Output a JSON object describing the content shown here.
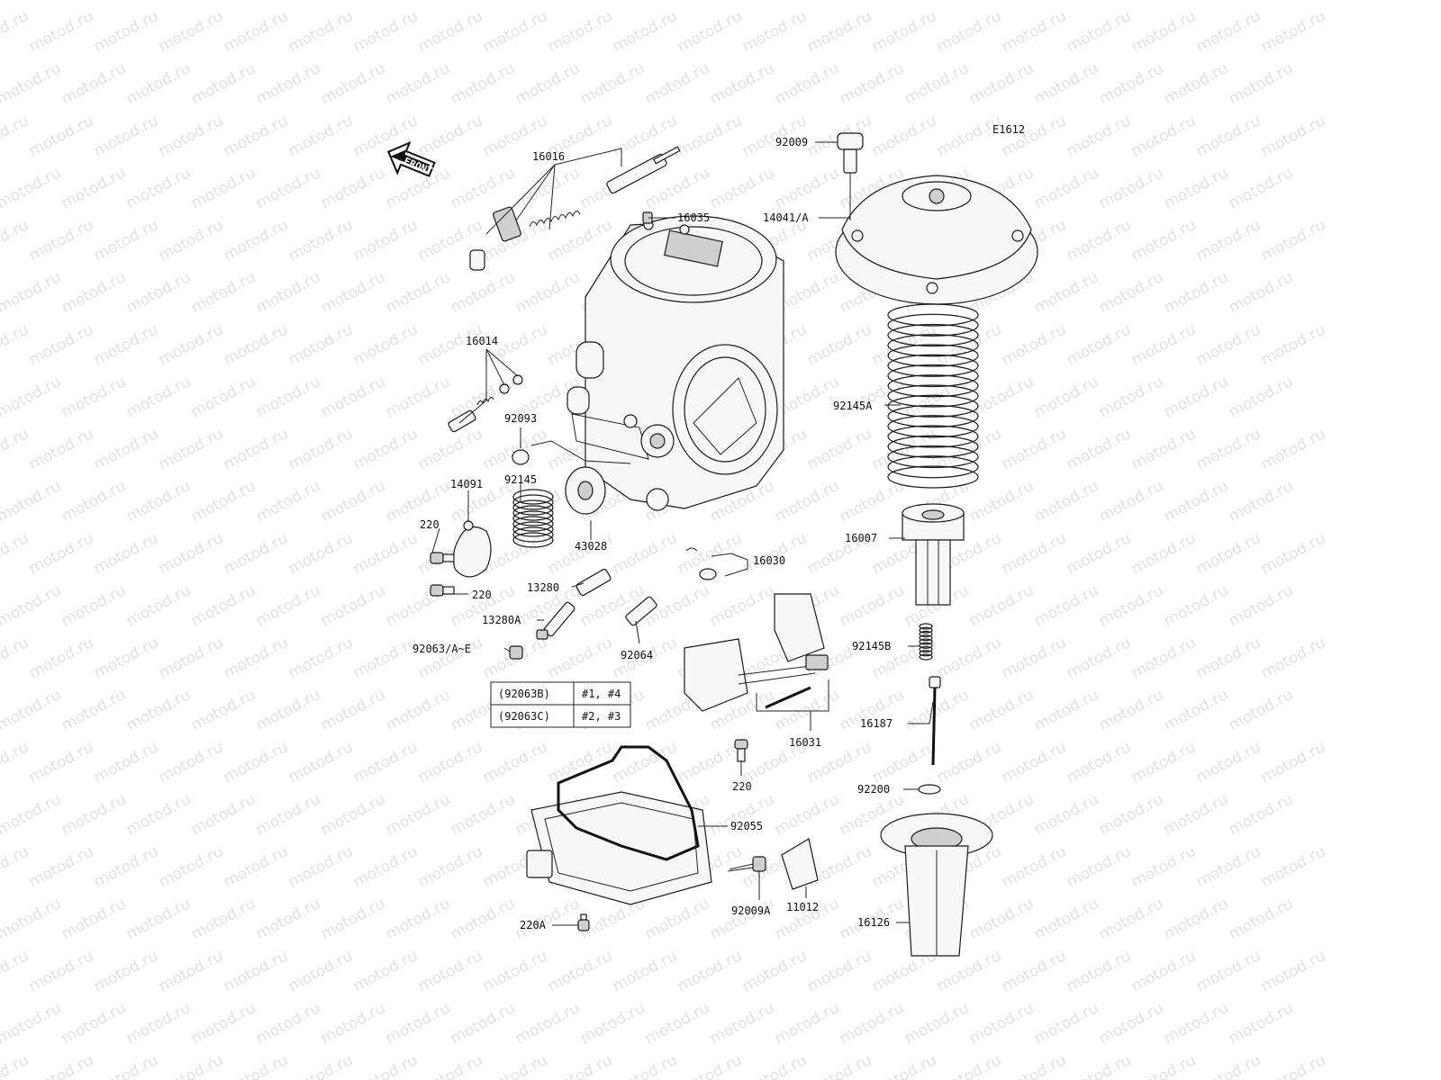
{
  "watermark": "motod.ru",
  "diagram_code": "E1612",
  "front_label": "FRONT",
  "callouts": [
    {
      "id": "c16016",
      "text": "16016"
    },
    {
      "id": "c16035",
      "text": "16035"
    },
    {
      "id": "c92009",
      "text": "92009"
    },
    {
      "id": "c14041",
      "text": "14041/A"
    },
    {
      "id": "c16014",
      "text": "16014"
    },
    {
      "id": "c92093",
      "text": "92093"
    },
    {
      "id": "c92145",
      "text": "92145"
    },
    {
      "id": "c14091",
      "text": "14091"
    },
    {
      "id": "c220a",
      "text": "220"
    },
    {
      "id": "c220b",
      "text": "220"
    },
    {
      "id": "c43028",
      "text": "43028"
    },
    {
      "id": "c92145A",
      "text": "92145A"
    },
    {
      "id": "c16007",
      "text": "16007"
    },
    {
      "id": "c16030",
      "text": "16030"
    },
    {
      "id": "c13280",
      "text": "13280"
    },
    {
      "id": "c13280A",
      "text": "13280A"
    },
    {
      "id": "c92063",
      "text": "92063/A~E"
    },
    {
      "id": "c92064",
      "text": "92064"
    },
    {
      "id": "c92145B",
      "text": "92145B"
    },
    {
      "id": "c16187",
      "text": "16187"
    },
    {
      "id": "c16031",
      "text": "16031"
    },
    {
      "id": "c220c",
      "text": "220"
    },
    {
      "id": "c92200",
      "text": "92200"
    },
    {
      "id": "c92055",
      "text": "92055"
    },
    {
      "id": "c92009A",
      "text": "92009A"
    },
    {
      "id": "c11012",
      "text": "11012"
    },
    {
      "id": "c16126",
      "text": "16126"
    },
    {
      "id": "c220A",
      "text": "220A"
    }
  ],
  "table": [
    {
      "code": "(92063B)",
      "cyl": "#1, #4"
    },
    {
      "code": "(92063C)",
      "cyl": "#2, #3"
    }
  ]
}
